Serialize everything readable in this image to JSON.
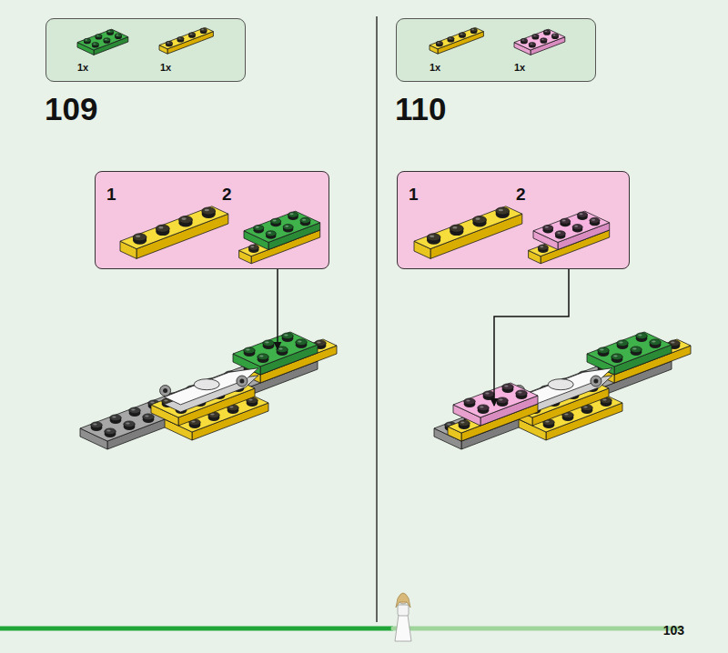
{
  "diagram": {
    "nodes": [
      {
        "text": [
          "1x",
          "1x"
        ]
      },
      {
        "text": [
          "1",
          "2"
        ]
      },
      {
        "text": [
          "1x",
          "1x"
        ]
      },
      {
        "text": [
          "1",
          "2"
        ]
      }
    ],
    "labels": [
      "109",
      "110",
      "103"
    ]
  }
}
